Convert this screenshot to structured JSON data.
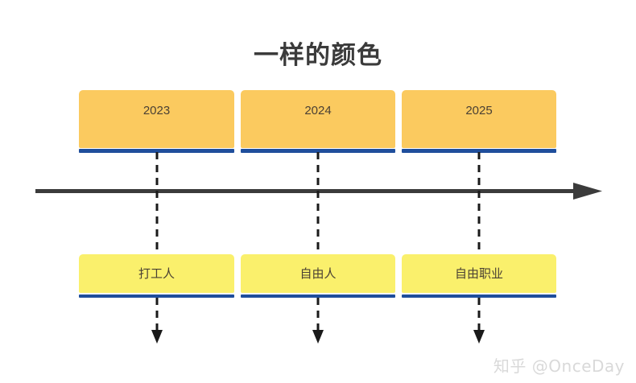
{
  "title": "一样的颜色",
  "colors": {
    "background": "#ffffff",
    "top_card_fill": "#fbca5f",
    "bottom_card_fill": "#faf06c",
    "card_underline": "#1f4e9c",
    "axis": "#3b3b3b",
    "connector": "#1a1a1a",
    "card_text": "#4a4034",
    "title_text": "#3b3b3b",
    "watermark_text": "#d9d9d9"
  },
  "timeline": {
    "axis_name": "time-axis",
    "axis_direction": "left-to-right",
    "arrowhead": "solid-triangle",
    "milestones": [
      {
        "year": "2023",
        "status": "打工人",
        "connector_style": "dashed",
        "connector_arrow": "down"
      },
      {
        "year": "2024",
        "status": "自由人",
        "connector_style": "dashed",
        "connector_arrow": "down"
      },
      {
        "year": "2025",
        "status": "自由职业",
        "connector_style": "dashed",
        "connector_arrow": "down"
      }
    ]
  },
  "watermark": "知乎 @OnceDay"
}
